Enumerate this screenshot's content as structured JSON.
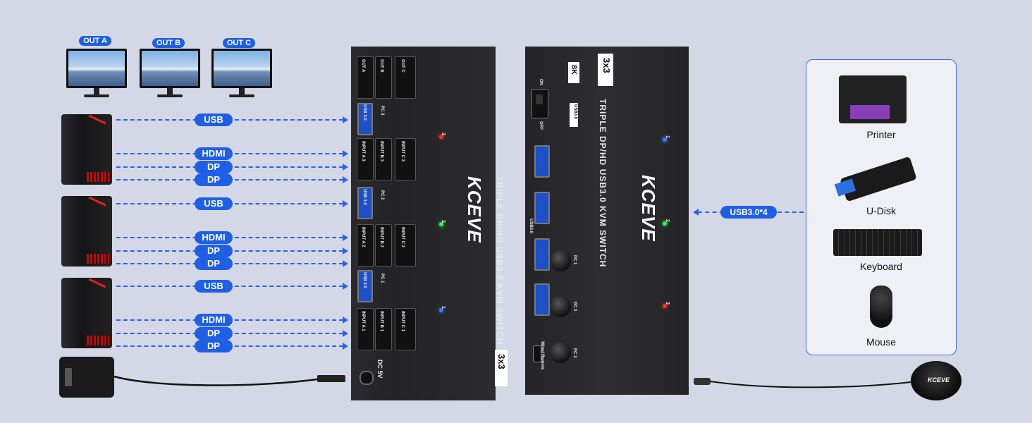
{
  "outputs": [
    "OUT A",
    "OUT B",
    "OUT C"
  ],
  "pc_groups": [
    {
      "usb": "USB",
      "hdmi": "HDMI",
      "dp1": "DP",
      "dp2": "DP"
    },
    {
      "usb": "USB",
      "hdmi": "HDMI",
      "dp1": "DP",
      "dp2": "DP"
    },
    {
      "usb": "USB",
      "hdmi": "HDMI",
      "dp1": "DP",
      "dp2": "DP"
    }
  ],
  "switch_front": {
    "brand": "KCEVE",
    "title": "TRIPLE DP/HD USB3.0 KVM SWITCH",
    "badge": "3x3",
    "out_labels": [
      "OUT A",
      "OUT B",
      "OUT C"
    ],
    "input_labels": [
      "INPUT A 3",
      "INPUT B 3",
      "INPUT C 3",
      "INPUT A 2",
      "INPUT B 2",
      "INPUT C 2",
      "INPUT A 1",
      "INPUT B 1",
      "INPUT C 1"
    ],
    "usb_labels": [
      "USB 3.0",
      "USB 3.0",
      "USB 3.0"
    ],
    "pc_labels": [
      "PC 3",
      "PC 2",
      "PC 1"
    ],
    "power_label": "DC 5V",
    "led_colors": [
      "#ff2a2a",
      "#2aff4a",
      "#3a7bff"
    ],
    "led_nums": [
      "3",
      "2",
      "1"
    ]
  },
  "switch_back": {
    "brand": "KCEVE",
    "title": "TRIPLE DP/HD USB3.0 KVM SWITCH",
    "badge": "3x3",
    "res_badge": "8K",
    "usb_badge": "USB3.0",
    "on_label": "ON",
    "off_label": "OFF",
    "usb_group_label": "USB3.0",
    "pc_buttons": [
      "PC 1",
      "PC 2",
      "PC 3"
    ],
    "remote_label": "Wired Remote",
    "led_colors": [
      "#3a7bff",
      "#2aff4a",
      "#ff2a2a"
    ],
    "led_nums": [
      "1",
      "2",
      "3"
    ]
  },
  "usb_link": "USB3.0*4",
  "peripherals": [
    "Printer",
    "U-Disk",
    "Keyboard",
    "Mouse"
  ],
  "remote_brand": "KCEVE",
  "colors": {
    "accent": "#1f5fe6",
    "background": "#d4d8e6"
  }
}
